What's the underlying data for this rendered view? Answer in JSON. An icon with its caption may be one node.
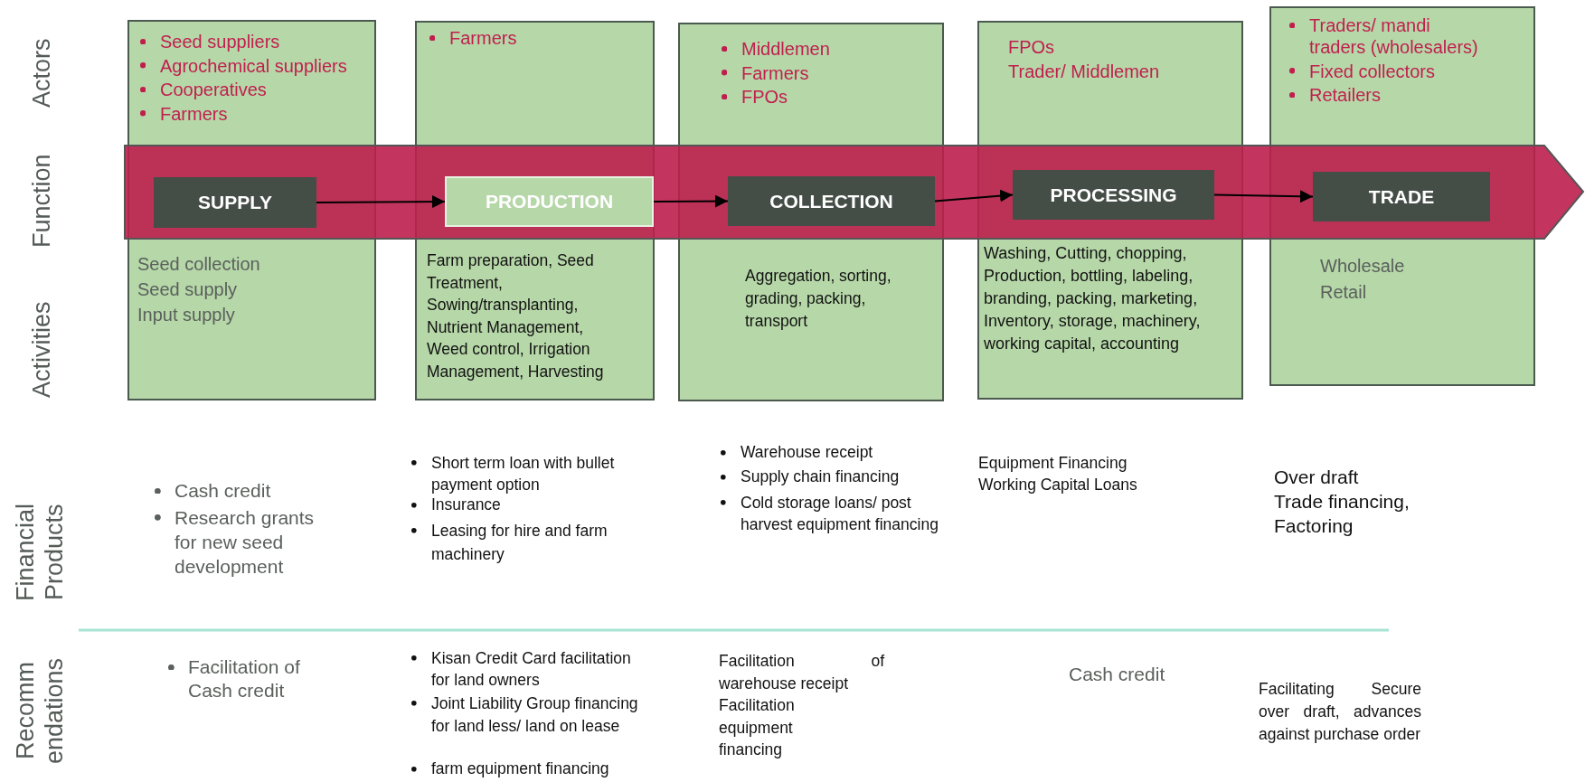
{
  "diagram": {
    "nodes": [
      {
        "text": [
          "Seed suppliers",
          "Agrochemical suppliers",
          "Cooperatives",
          "Farmers",
          "Seed collection",
          "Seed supply",
          "Input supply"
        ]
      },
      {
        "text": [
          "Farmers",
          "Farm preparation, Seed Treatment, Sowing/transplanting, Nutrient Management, Weed control, Irrigation Management, Harvesting"
        ]
      },
      {
        "text": [
          "Middlemen",
          "Farmers",
          "FPOs",
          "Aggregation, sorting, grading, packing, transport"
        ]
      },
      {
        "text": [
          "FPOs",
          "Trader/ Middlemen",
          "Washing, Cutting, chopping, Production, bottling, labeling, branding, packing, marketing, Inventory, storage, machinery, working capital, accounting"
        ]
      },
      {
        "text": [
          "Traders/ mandi traders (wholesalers)",
          "Fixed collectors",
          "Retailers",
          "Wholesale",
          "Retail"
        ]
      },
      {
        "text": [
          "SUPPLY"
        ],
        "in": 0
      },
      {
        "text": [
          "PRODUCTION"
        ],
        "in": 1
      },
      {
        "text": [
          "COLLECTION"
        ],
        "in": 2
      },
      {
        "text": [
          "PROCESSING"
        ],
        "in": 3
      },
      {
        "text": [
          "TRADE"
        ],
        "in": 4
      }
    ],
    "edges": [
      {
        "from": 5,
        "to": 6,
        "arrow": "to"
      },
      {
        "from": 6,
        "to": 7,
        "arrow": "to"
      },
      {
        "from": 7,
        "to": 8,
        "arrow": "to"
      },
      {
        "from": 8,
        "to": 9,
        "arrow": "to"
      }
    ],
    "labels": [
      "Actors",
      "Function",
      "Activities",
      "Financial Products",
      "Cash credit",
      "Research grants for new seed development",
      "Short term loan with bullet payment option",
      "Insurance",
      "Leasing for hire and farm machinery",
      "Warehouse receipt",
      "Supply chain financing",
      "Cold storage loans/ post harvest equipment financing",
      "Equipment Financing",
      "Working Capital Loans",
      "Over draft",
      "Trade financing,",
      "Factoring",
      "Recomm endations",
      "Facilitation of Cash credit",
      "Kisan Credit Card facilitation for land owners",
      "Joint Liability Group financing for land less/ land on lease",
      "farm equipment financing",
      "Facilitation of warehouse receipt",
      "Facilitation equipment financing",
      "Cash credit",
      "Facilitating Secure over draft, advances against purchase order"
    ]
  }
}
